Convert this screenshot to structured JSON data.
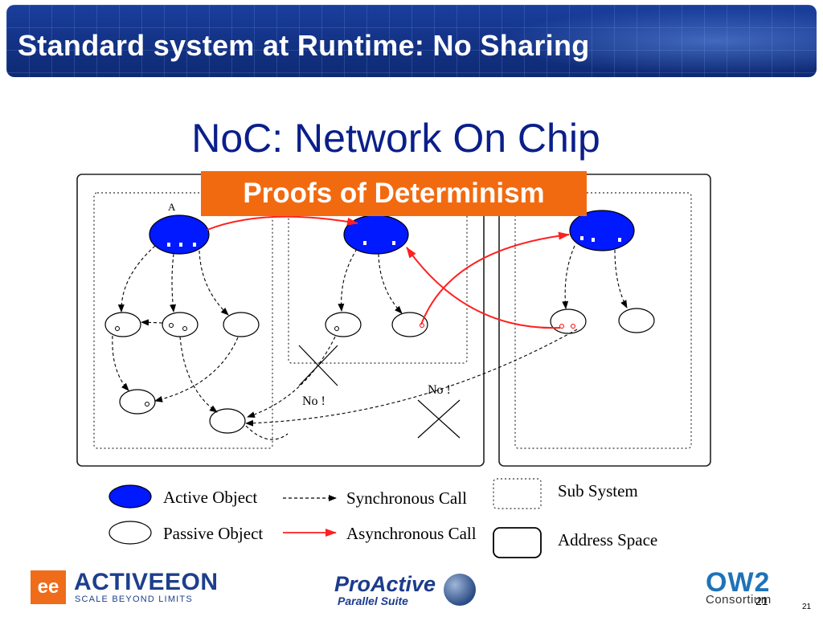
{
  "slide": {
    "title": "Standard system at Runtime: No Sharing",
    "subtitle": "NoC: Network On Chip",
    "callout": "Proofs of Determinism",
    "page_number": "21",
    "page_number_small": "21"
  },
  "diagram": {
    "node_label_a": "A",
    "no_label_1": "No !",
    "no_label_2": "No !",
    "colors": {
      "active": "#0019ff",
      "async": "#ff2020",
      "sync": "#000000",
      "callout": "#f26a10",
      "title_blue": "#0b1f8a"
    }
  },
  "legend": {
    "active_object": "Active Object",
    "passive_object": "Passive Object",
    "synchronous_call": "Synchronous Call",
    "asynchronous_call": "Asynchronous Call",
    "sub_system": "Sub System",
    "address_space": "Address Space"
  },
  "footer": {
    "activeeon_badge": "ee",
    "activeeon_name": "ACTIVEEON",
    "activeeon_tagline": "SCALE BEYOND LIMITS",
    "proactive_name": "ProActive",
    "proactive_tagline": "Parallel Suite",
    "ow2_name": "OW2",
    "ow2_tagline": "Consortium"
  }
}
